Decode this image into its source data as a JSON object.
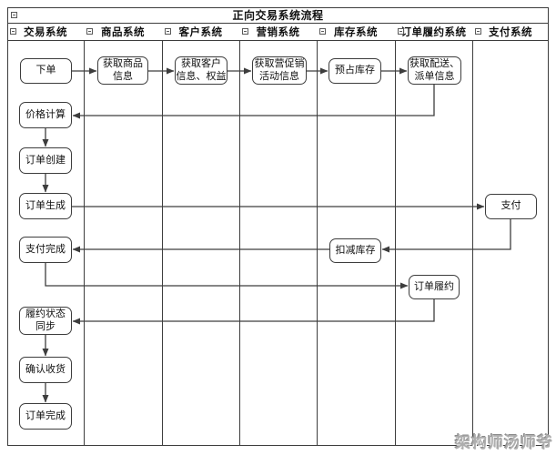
{
  "diagram": {
    "title": "正向交易系统流程",
    "lanes": [
      {
        "label": "交易系统"
      },
      {
        "label": "商品系统"
      },
      {
        "label": "客户系统"
      },
      {
        "label": "营销系统"
      },
      {
        "label": "库存系统"
      },
      {
        "label": "订单履约系统"
      },
      {
        "label": "支付系统"
      }
    ],
    "nodes": [
      {
        "id": "place-order",
        "lane": "交易系统",
        "label": "下单"
      },
      {
        "id": "get-product-info",
        "lane": "商品系统",
        "label": "获取商品\n信息"
      },
      {
        "id": "get-customer-info",
        "lane": "客户系统",
        "label": "获取客户\n信息、权益"
      },
      {
        "id": "get-promo-info",
        "lane": "营销系统",
        "label": "获取营促销\n活动信息"
      },
      {
        "id": "reserve-inventory",
        "lane": "库存系统",
        "label": "预占库存"
      },
      {
        "id": "get-delivery-info",
        "lane": "订单履约系统",
        "label": "获取配送、\n派单信息"
      },
      {
        "id": "price-calc",
        "lane": "交易系统",
        "label": "价格计算"
      },
      {
        "id": "order-create",
        "lane": "交易系统",
        "label": "订单创建"
      },
      {
        "id": "order-generate",
        "lane": "交易系统",
        "label": "订单生成"
      },
      {
        "id": "pay",
        "lane": "支付系统",
        "label": "支付"
      },
      {
        "id": "deduct-inventory",
        "lane": "库存系统",
        "label": "扣减库存"
      },
      {
        "id": "payment-complete",
        "lane": "交易系统",
        "label": "支付完成"
      },
      {
        "id": "order-fulfill",
        "lane": "订单履约系统",
        "label": "订单履约"
      },
      {
        "id": "fulfill-status-sync",
        "lane": "交易系统",
        "label": "履约状态\n同步"
      },
      {
        "id": "confirm-receipt",
        "lane": "交易系统",
        "label": "确认收货"
      },
      {
        "id": "order-complete",
        "lane": "交易系统",
        "label": "订单完成"
      }
    ],
    "watermark": "架构师汤师爷",
    "colors": {
      "line": "#3d3d3d",
      "node_fill": "#ffffff",
      "node_border": "#3d3d3d",
      "text": "#111111",
      "watermark": "#aeaeae",
      "background": "#ffffff"
    }
  }
}
